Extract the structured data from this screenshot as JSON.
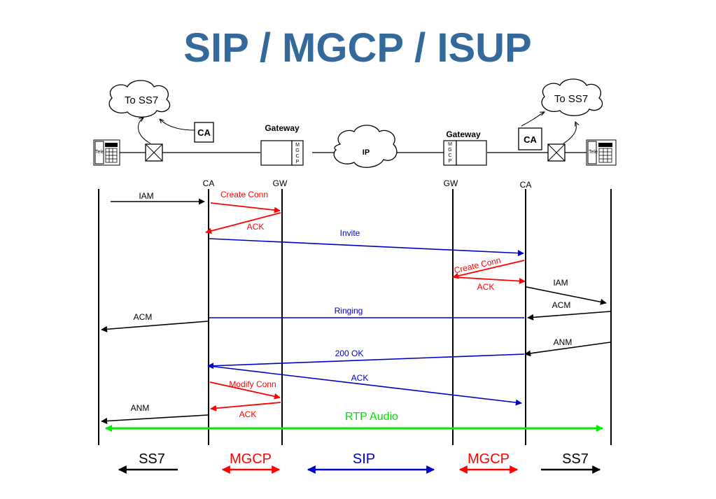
{
  "title": "SIP / MGCP / ISUP",
  "colors": {
    "title": "#346a9b",
    "isup": "#000000",
    "mgcp": "#ff0000",
    "sip": "#0000c8",
    "rtp": "#00ee00"
  },
  "network": {
    "cloud_left": "To SS7",
    "cloud_right": "To SS7",
    "ca_left": "CA",
    "ca_right": "CA",
    "gateway_left": "Gateway",
    "gateway_right": "Gateway",
    "ip_cloud": "IP",
    "mgcp_letters": [
      "M",
      "G",
      "C",
      "P"
    ],
    "phone_label": "Tele"
  },
  "lifelines": {
    "ca_left": "CA",
    "gw_left": "GW",
    "gw_right": "GW",
    "ca_right": "CA"
  },
  "messages": {
    "iam_left": "IAM",
    "create_conn_left": "Create Conn",
    "ack_mgcp_left": "ACK",
    "invite": "Invite",
    "create_conn_right": "Create Conn",
    "ack_mgcp_right": "ACK",
    "iam_right": "IAM",
    "acm_right": "ACM",
    "ringing": "Ringing",
    "acm_left": "ACM",
    "anm_right": "ANM",
    "ok_200": "200 OK",
    "ack_sip": "ACK",
    "modify_conn": "Modify Conn",
    "anm_left": "ANM",
    "ack_modify": "ACK",
    "rtp_audio": "RTP Audio"
  },
  "protocols": {
    "ss7_left": "SS7",
    "mgcp_left": "MGCP",
    "sip": "SIP",
    "mgcp_right": "MGCP",
    "ss7_right": "SS7"
  }
}
